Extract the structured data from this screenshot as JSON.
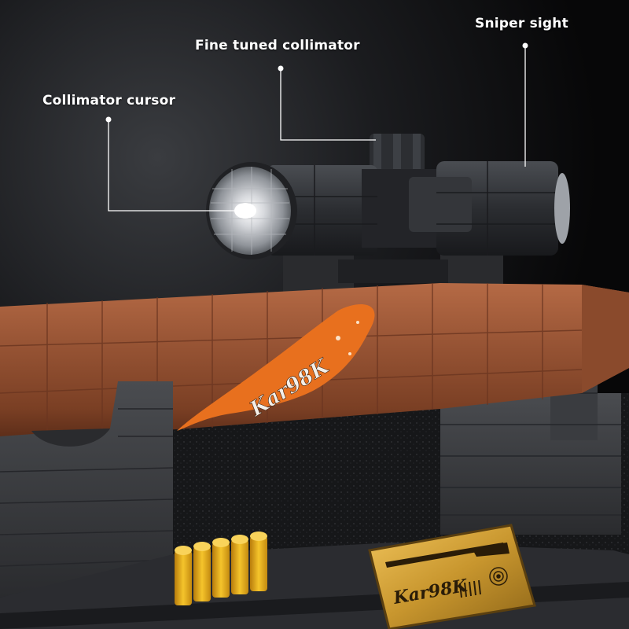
{
  "callouts": {
    "collimator_cursor": "Collimator cursor",
    "fine_tuned_collimator": "Fine tuned collimator",
    "sniper_sight": "Sniper sight"
  },
  "engravings": {
    "barrel_text": "Kar98K",
    "plaque_text": "Kar98K"
  },
  "colors": {
    "barrel": "#9a5636",
    "barrel_dark": "#6e3820",
    "accent_orange": "#e8701e",
    "scope": "#2a2c30",
    "stand": "#3a3c40",
    "bullets": "#e3a418",
    "plaque_gold": "#c89a36",
    "callout_line": "#ffffff"
  },
  "icons": [
    "lens-icon",
    "bullet-icon",
    "rifle-silhouette-icon",
    "target-icon"
  ]
}
